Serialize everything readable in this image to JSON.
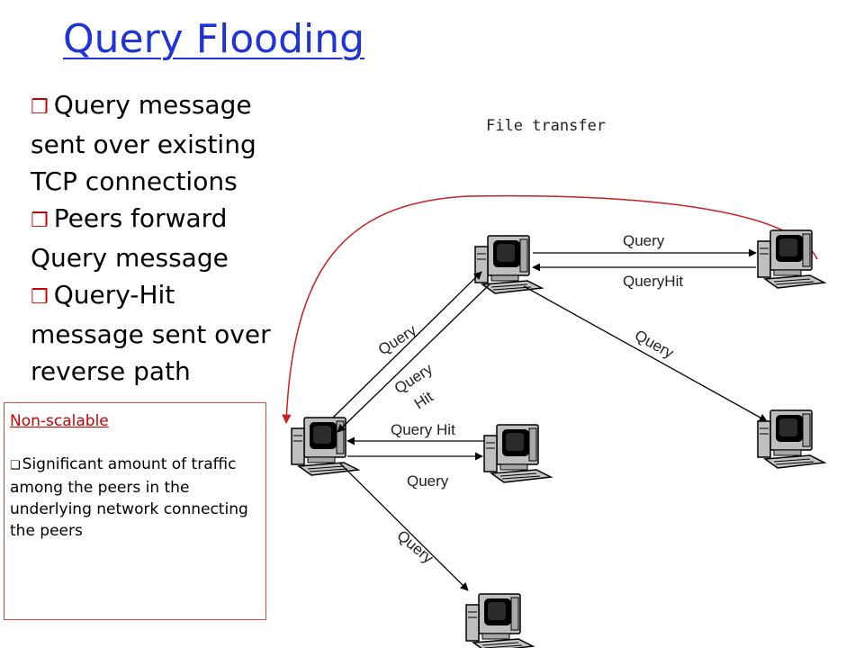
{
  "title": "Query Flooding",
  "bullets": [
    {
      "icon": "checkbox-bullet-icon",
      "lines": [
        "Query message",
        "sent over existing",
        "TCP connections"
      ]
    },
    {
      "icon": "checkbox-bullet-icon",
      "lines": [
        "Peers forward",
        "Query message"
      ]
    },
    {
      "icon": "checkbox-bullet-icon",
      "lines": [
        "Query-Hit",
        "message  sent over",
        "reverse  path"
      ]
    }
  ],
  "note": {
    "title": "Non-scalable",
    "icon": "square-bullet-icon",
    "body": "Significant amount of traffic among the peers in the underlying network connecting the peers"
  },
  "diagram": {
    "file_transfer_label": "File transfer",
    "labels": {
      "query_top": "Query",
      "queryhit_top": "QueryHit",
      "query_diag_right": "Query",
      "query_diag_left": "Query",
      "query_hit_diag_1": "Query",
      "query_hit_diag_2": "Hit",
      "query_hit_mid": "Query Hit",
      "query_mid": "Query",
      "query_bottom": "Query"
    },
    "colors": {
      "title": "#1f33d6",
      "accent": "#cc0000",
      "arrow": "#000000",
      "file_transfer_arc": "#cc1f1f"
    }
  }
}
